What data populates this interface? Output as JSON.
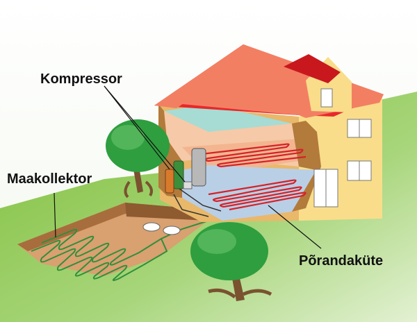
{
  "labels": {
    "compressor": "Kompressor",
    "ground_collector": "Maakollektor",
    "floor_heating": "Põrandaküte"
  },
  "colors": {
    "sky": "#ffffff",
    "grass": "#8cc63f",
    "grass_light": "#c6e3b0",
    "roof": "#e8282b",
    "wall": "#f9dd8a",
    "interior_floor": "#f6c9a8",
    "basement_floor": "#b9cfe6",
    "pipe": "#d4222a",
    "collector_pipe": "#2f8f3c",
    "tree_leaves": "#2e9e3f",
    "trunk": "#7a5230",
    "text": "#111111"
  }
}
